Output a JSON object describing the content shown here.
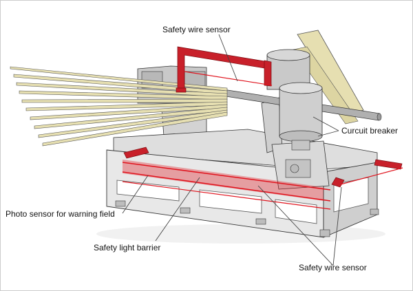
{
  "labels": {
    "safety_wire_sensor_top": "Safety wire sensor",
    "curcuit_breaker": "Curcuit breaker",
    "photo_sensor_warning": "Photo sensor for warning field",
    "safety_light_barrier": "Safety light barrier",
    "safety_wire_sensor_bottom": "Safety wire sensor"
  },
  "colors": {
    "frame_light": "#e4e4e4",
    "frame_mid": "#cfcfcf",
    "frame_dark": "#a9a9a9",
    "outline": "#333333",
    "sensor_red": "#c8202a",
    "laser_red": "#e0131d",
    "blade_tan": "#e6dfb1",
    "leader_line": "#444444"
  }
}
